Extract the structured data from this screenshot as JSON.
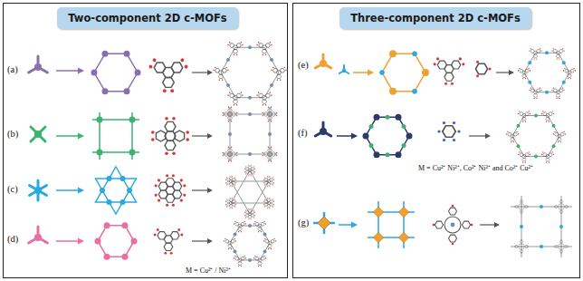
{
  "diagram": {
    "nodes": [
      {
        "text": [
          "Two-component 2D c-MOFs"
        ]
      },
      {
        "text": [
          "Three-component 2D c-MOFs"
        ]
      }
    ],
    "labels": [
      "(a)",
      "(b)",
      "(c)",
      "(d)",
      "M = Cu²⁺ / Ni²⁺",
      "(e)",
      "(f)",
      "M = Cu²⁺ Ni²⁺, Co²⁺ Ni²⁺ and Co²⁺ Cu²⁺",
      "(g)"
    ]
  }
}
